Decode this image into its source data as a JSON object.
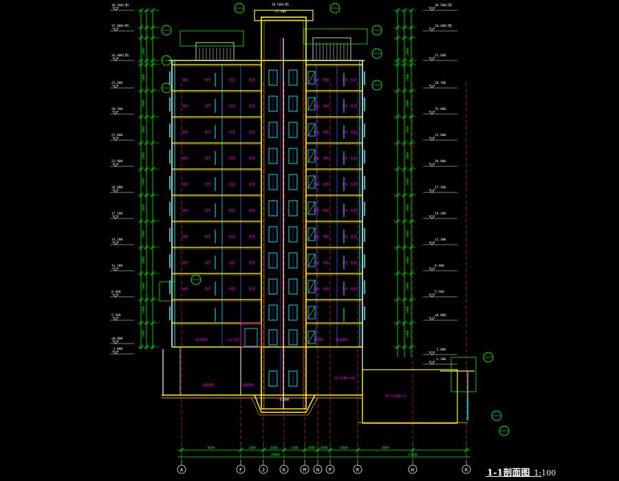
{
  "drawing": {
    "title": "1-1剖面图",
    "scale": "1:100"
  },
  "axes": {
    "labels": [
      "A",
      "F",
      "J",
      "K",
      "M",
      "N",
      "P",
      "R",
      "H",
      "K"
    ]
  },
  "dimensions": {
    "bottom_segments": [
      "6000",
      "2600",
      "2600",
      "2400",
      "1800",
      "3000",
      "6000",
      "3000"
    ],
    "bottom_total_left": "26000",
    "bottom_total_right": "11000"
  },
  "elevations": {
    "left": [
      "38.500(顶)",
      "37.000(顶)",
      "34.400(顶)",
      "31.600",
      "28.700",
      "25.800",
      "22.900",
      "20.000",
      "17.100",
      "14.200",
      "11.300",
      "8.400",
      "5.500",
      "±0.000",
      "-1.000"
    ],
    "right": [
      "38.500(顶)",
      "34.400(顶)",
      "31.600",
      "28.700",
      "25.800",
      "22.900",
      "20.000",
      "17.100",
      "14.200",
      "11.300",
      "8.400",
      "5.500",
      "±0.000",
      "-1.000",
      "-2.300"
    ],
    "roof_top": "38.500(顶)",
    "roof_mid": "37.000",
    "pit": "-3.600"
  },
  "room_labels": {
    "upper": [
      "厨房",
      "客厅",
      "卧室",
      "卧室",
      "走廊",
      "厨房",
      "卫生",
      "卧室"
    ],
    "ground": [
      "商业用房",
      "入户大堂",
      "电梯厅",
      "商业用房"
    ],
    "basement": [
      "设备用房",
      "设备用房",
      "地下车库(人防)",
      "地下汽车库入口"
    ]
  },
  "colors": {
    "green": "#00ff00",
    "yellow": "#ffff00",
    "cyan": "#00ffff",
    "magenta": "#ff00ff",
    "red": "#ff3030",
    "orange": "#ff9900",
    "white": "#ffffff",
    "blue": "#3060ff"
  }
}
